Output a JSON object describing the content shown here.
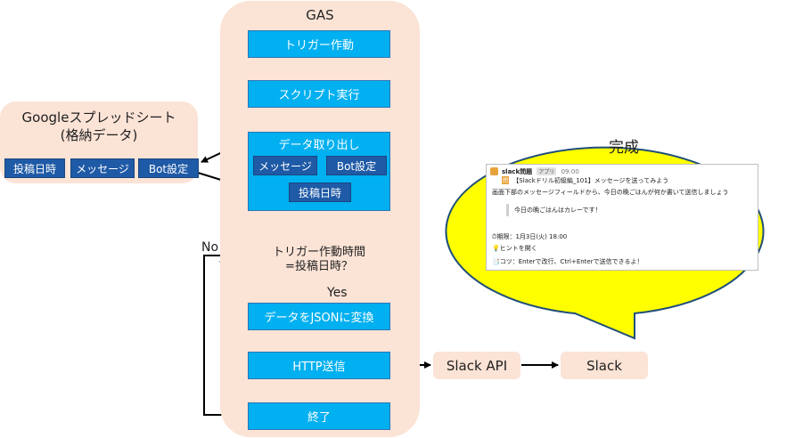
{
  "gas": {
    "title": "GAS",
    "steps": {
      "trigger": "トリガー作動",
      "script": "スクリプト実行",
      "fetch": "データ取り出し",
      "convert": "データをJSONに変換",
      "http": "HTTP送信",
      "end": "終了"
    },
    "fetch_items": {
      "message": "メッセージ",
      "bot": "Bot設定",
      "date": "投稿日時"
    },
    "decision": {
      "line1": "トリガー作動時間",
      "line2": "=投稿日時？"
    },
    "yes": "Yes",
    "no": "No"
  },
  "sheet": {
    "title_line1": "Googleスプレッドシート",
    "title_line2": "(格納データ)",
    "cells": [
      "投稿日時",
      "メッセージ",
      "Bot設定"
    ]
  },
  "flow": {
    "api": "Slack API",
    "slack": "Slack"
  },
  "completion": {
    "title": "完成",
    "card": {
      "user": "slack問題",
      "app_badge": "アプリ",
      "time": "09:00",
      "headline_badge": "問",
      "headline": "【Slackドリル初級編_101】メッセージを送ってみよう",
      "instruction": "画面下部のメッセージフィールドから、今日の晩ごはんが何か書いて送信しましょう",
      "quote": "今日の晩ごはんはカレーです！",
      "deadline": "⏱期限：1月3日(火) 18:00",
      "hint": "💡ヒントを開く",
      "tip": "📑コツ：Enterで改行、Ctrl+Enterで送信できるよ！"
    }
  },
  "colors": {
    "step_fill": "#00b0f0",
    "sub_fill": "#1f5aa6",
    "decision_fill": "#8fc94f",
    "peach": "#fbe3d6",
    "bubble": "#ffff00"
  }
}
